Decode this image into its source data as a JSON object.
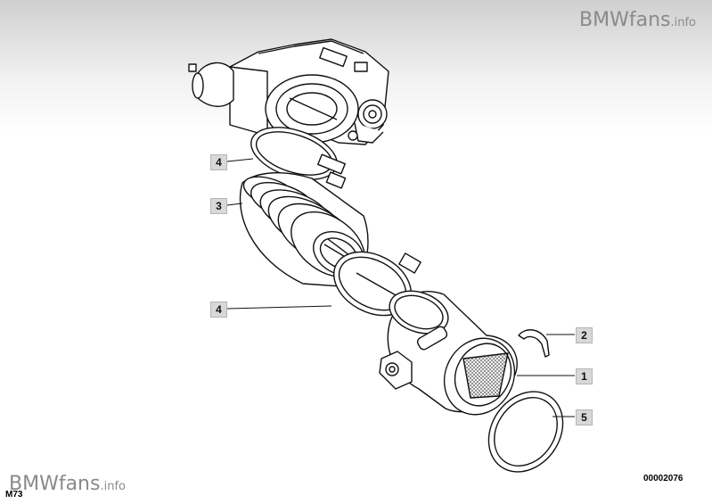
{
  "watermark": {
    "brand": "BMWfans",
    "suffix": ".info"
  },
  "diagram_code": "00002076",
  "model_code": "M73",
  "callouts": [
    {
      "id": "c4a",
      "label": "4"
    },
    {
      "id": "c3",
      "label": "3"
    },
    {
      "id": "c4b",
      "label": "4"
    },
    {
      "id": "c2",
      "label": "2"
    },
    {
      "id": "c1",
      "label": "1"
    },
    {
      "id": "c5",
      "label": "5"
    }
  ]
}
